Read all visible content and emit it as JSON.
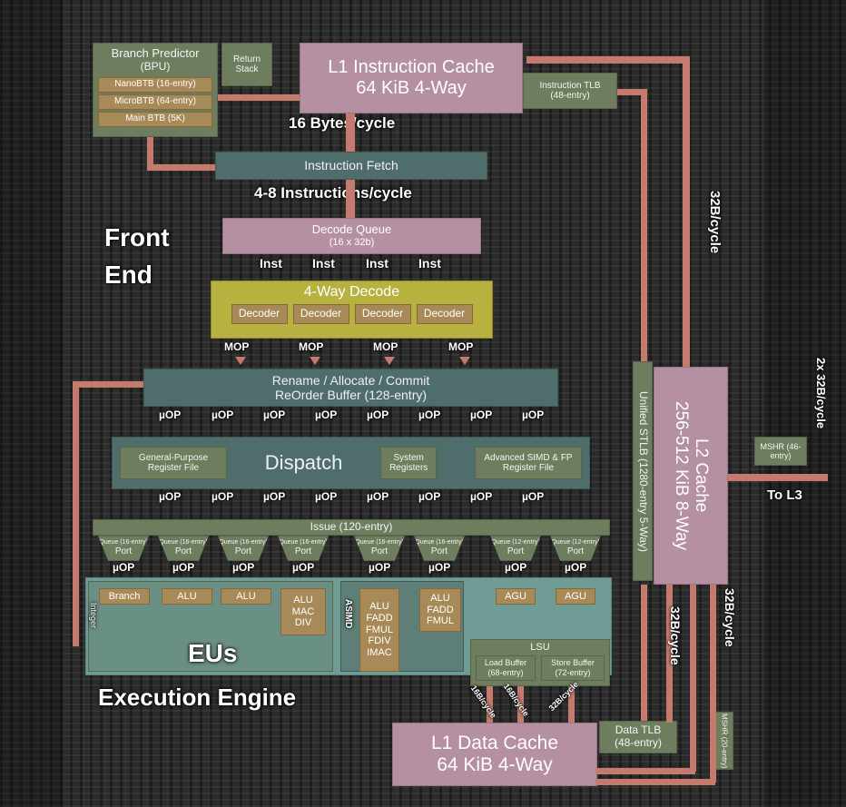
{
  "front_end": {
    "bpu_title": "Branch Predictor",
    "bpu_subtitle": "(BPU)",
    "nano_btb": "NanoBTB (16-entry)",
    "micro_btb": "MicroBTB (64-entry)",
    "main_btb": "Main BTB (5K)",
    "return_stack": "Return Stack",
    "l1i_line1": "L1 Instruction Cache",
    "l1i_line2": "64 KiB 4-Way",
    "itlb_line1": "Instruction TLB",
    "itlb_line2": "(48-entry)",
    "fetch_bw": "16 Bytes/cycle",
    "fetch": "Instruction Fetch",
    "fetch_rate": "4-8 Instructions/cycle",
    "decode_queue_line1": "Decode Queue",
    "decode_queue_line2": "(16 x 32b)",
    "inst_label": "Inst",
    "decode_title": "4-Way Decode",
    "decoder": "Decoder",
    "mop_label": "MOP",
    "label_line1": "Front",
    "label_line2": "End"
  },
  "backend": {
    "rename_line1": "Rename / Allocate / Commit",
    "rename_line2": "ReOrder Buffer (128-entry)",
    "uop_label": "µOP",
    "gp_rf_line1": "General-Purpose",
    "gp_rf_line2": "Register File",
    "dispatch": "Dispatch",
    "sys_reg_line1": "System",
    "sys_reg_line2": "Registers",
    "simd_rf_line1": "Advanced SIMD & FP",
    "simd_rf_line2": "Register File",
    "issue": "Issue (120-entry)",
    "queue_16": "Queue (16-entry)",
    "queue_12": "Queue (12-entry)",
    "port": "Port",
    "branch": "Branch",
    "alu": "ALU",
    "alu_mac_div": [
      "ALU",
      "MAC",
      "DIV"
    ],
    "asimd": "ASIMD",
    "fp_full": [
      "ALU",
      "FADD",
      "FMUL",
      "FDIV",
      "IMAC"
    ],
    "fp_part": [
      "ALU",
      "FADD",
      "FMUL"
    ],
    "agu": "AGU",
    "integer_tag": "Integer",
    "eus": "EUs",
    "lsu": "LSU",
    "load_buffer_line1": "Load Buffer",
    "load_buffer_line2": "(68-entry)",
    "store_buffer_line1": "Store Buffer",
    "store_buffer_line2": "(72-entry)",
    "bw_16b_a": "16B/cycle",
    "bw_16b_b": "16B/cycle",
    "bw_32b": "32B/cycle",
    "label": "Execution Engine"
  },
  "memory": {
    "l1d_line1": "L1 Data Cache",
    "l1d_line2": "64 KiB 4-Way",
    "dtlb_line1": "Data TLB",
    "dtlb_line2": "(48-entry)",
    "mshr_side": "MSHR (20-entry)",
    "stlb": "Unified STLB (1280-entry 5-Way)",
    "l2_line1": "L2 Cache",
    "l2_line2": "256-512 KiB 8-Way",
    "l2_bw_top": "32B/cycle",
    "l2_bw_mid": "32B/cycle",
    "l2_bw_bot": "32B/cycle",
    "l3_bw": "2x 32B/cycle",
    "mshr": "MSHR (46-entry)",
    "to_l3": "To L3"
  },
  "colors": {
    "cache": "#b58fa2",
    "pipeline": "#4f6d6a",
    "decode": "#b7b23f",
    "exec_unit": "#a88a58",
    "arrow": "#c47a6c"
  }
}
